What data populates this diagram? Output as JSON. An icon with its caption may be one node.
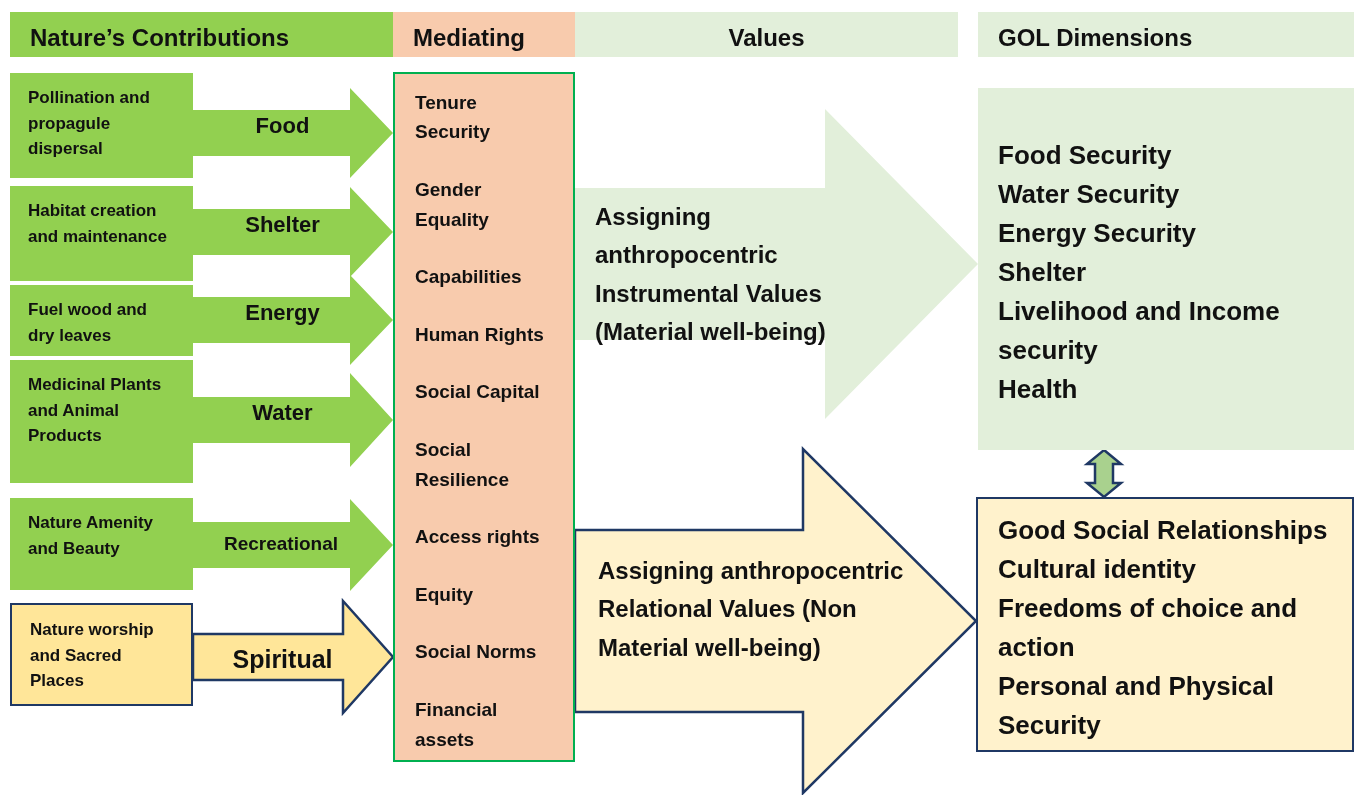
{
  "diagram": {
    "nodes": [
      {
        "text": [
          "Nature’s Contributions"
        ]
      },
      {
        "text": [
          "Mediating"
        ]
      },
      {
        "text": [
          "Values"
        ]
      },
      {
        "text": [
          "GOL Dimensions"
        ]
      },
      {
        "text": [
          "Pollination and propagule dispersal"
        ]
      },
      {
        "text": [
          "Habitat creation and maintenance"
        ]
      },
      {
        "text": [
          "Fuel wood and dry leaves"
        ]
      },
      {
        "text": [
          "Medicinal Plants and Animal Products"
        ]
      },
      {
        "text": [
          "Nature Amenity and Beauty"
        ]
      },
      {
        "text": [
          "Nature worship and Sacred Places"
        ]
      },
      {
        "text": [
          "Tenure Security",
          "Gender Equality",
          "Capabilities",
          "Human Rights",
          "Social Capital",
          "Social Resilience",
          "Access rights",
          "Equity",
          "Social Norms",
          "Financial assets"
        ]
      },
      {
        "text": [
          "Food Security",
          "Water Security",
          "Energy Security",
          "Shelter",
          "Livelihood and Income security",
          "Health"
        ]
      },
      {
        "text": [
          "Good Social Relationships",
          "Cultural identity",
          "Freedoms of choice and action",
          "Personal and Physical Security"
        ]
      }
    ],
    "edges": [
      {
        "from": 4,
        "to": 10,
        "arrow": "to",
        "label": "Food"
      },
      {
        "from": 5,
        "to": 10,
        "arrow": "to",
        "label": "Shelter"
      },
      {
        "from": 6,
        "to": 10,
        "arrow": "to",
        "label": "Energy"
      },
      {
        "from": 7,
        "to": 10,
        "arrow": "to",
        "label": "Water"
      },
      {
        "from": 8,
        "to": 10,
        "arrow": "to",
        "label": "Recreational"
      },
      {
        "from": 9,
        "to": 10,
        "arrow": "to",
        "label": "Spiritual",
        "color": "#ffe699"
      },
      {
        "from": 10,
        "to": 11,
        "arrow": "to",
        "label": "Assigning anthropocentric Instrumental Values (Material well-being)",
        "color": "#e2efda"
      },
      {
        "from": 10,
        "to": 12,
        "arrow": "to",
        "label": "Assigning anthropocentric Relational Values (Non Material well-being)",
        "color": "#fff2cc"
      },
      {
        "from": 11,
        "to": 12,
        "arrow": "both",
        "color": "#a9d18e"
      }
    ]
  }
}
